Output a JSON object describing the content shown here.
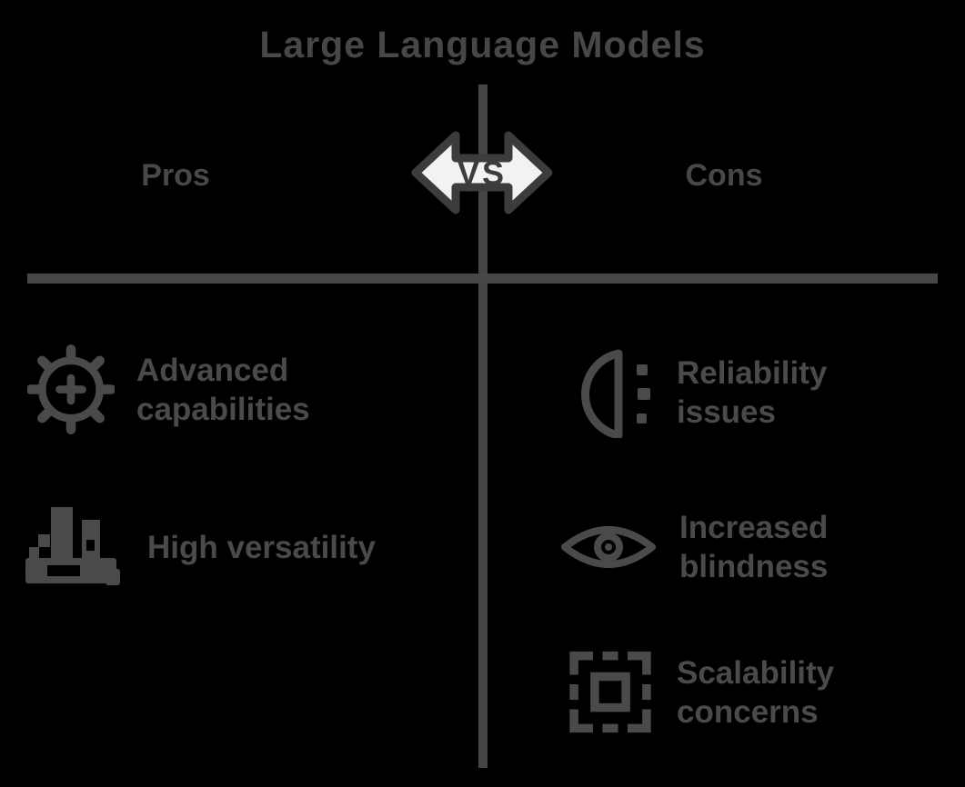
{
  "page": {
    "title": "Large Language Models",
    "background_color": "#000000",
    "foreground_color": "#4a4a4a",
    "divider_color": "#474747"
  },
  "vs_badge": {
    "label": "VS",
    "fill_color": "#f2f2f2",
    "border_color": "#3c3c3c"
  },
  "columns": {
    "pros": {
      "header": "Pros",
      "items": [
        {
          "icon": "gear-plus-icon",
          "line1": "Advanced",
          "line2": "capabilities"
        },
        {
          "icon": "machine-tools-icon",
          "line1": "High versatility",
          "line2": ""
        }
      ]
    },
    "cons": {
      "header": "Cons",
      "items": [
        {
          "icon": "half-gauge-dots-icon",
          "line1": "Reliability",
          "line2": "issues"
        },
        {
          "icon": "eye-icon",
          "line1": "Increased",
          "line2": "blindness"
        },
        {
          "icon": "scale-frame-icon",
          "line1": "Scalability",
          "line2": "concerns"
        }
      ]
    }
  }
}
